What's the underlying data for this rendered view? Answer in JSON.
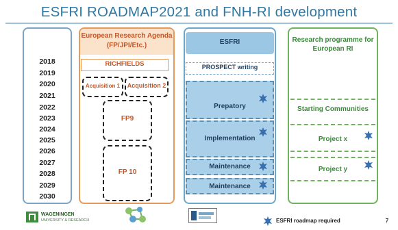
{
  "title": "ESFRI ROADMAP2021 and FNH-RI development",
  "years": [
    "2018",
    "2019",
    "2020",
    "2021",
    "2022",
    "2023",
    "2024",
    "2025",
    "2026",
    "2027",
    "2028",
    "2029",
    "2030"
  ],
  "orange": {
    "header": "European Research Agenda (FP/JPI/Etc.)",
    "richfields": "RICHFIELDS",
    "acquisition1": "Acquisition 1",
    "acquisition2": "Acquisition 2",
    "fp9": "FP9",
    "fp10": "FP 10"
  },
  "esfri": {
    "header": "ESFRI",
    "prospect": "PROSPECT writing",
    "preparatory": "Prepatory",
    "implementation": "Implementation",
    "maintenance1": "Maintenance",
    "maintenance2": "Maintenance"
  },
  "research": {
    "header": "Research programme for European RI",
    "starting": "Starting Communities",
    "project_x": "Project x",
    "project_y": "Project y"
  },
  "footer": {
    "logo_main": "WAGENINGEN",
    "logo_sub": "UNIVERSITY & RESEARCH",
    "legend": "ESFRI roadmap required",
    "page": "7"
  },
  "colors": {
    "title": "#2e78a3",
    "orange": "#e49a5c",
    "blue": "#6aa7cf",
    "green": "#6fb35f",
    "splat": "#3a6fb0"
  }
}
